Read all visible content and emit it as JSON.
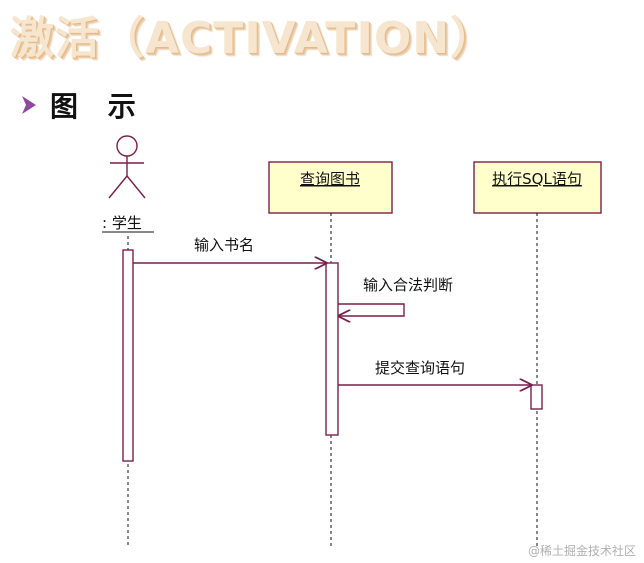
{
  "slide_title": "激活（ACTIVATION）",
  "section_heading": "图 示",
  "diagram": {
    "actor": {
      "label": ": 学生",
      "icon": "stick-figure-actor"
    },
    "objects": [
      {
        "label": "查询图书"
      },
      {
        "label": "执行SQL语句"
      }
    ],
    "messages": [
      {
        "label": "输入书名"
      },
      {
        "label": "输入合法判断"
      },
      {
        "label": "提交查询语句"
      }
    ]
  },
  "watermark": "@稀土掘金技术社区",
  "colors": {
    "lines": "#7a1f4a",
    "object_fill": "#ffffcc",
    "title_fill": "#f7e6cf",
    "bullet": "#8e4a9e"
  }
}
